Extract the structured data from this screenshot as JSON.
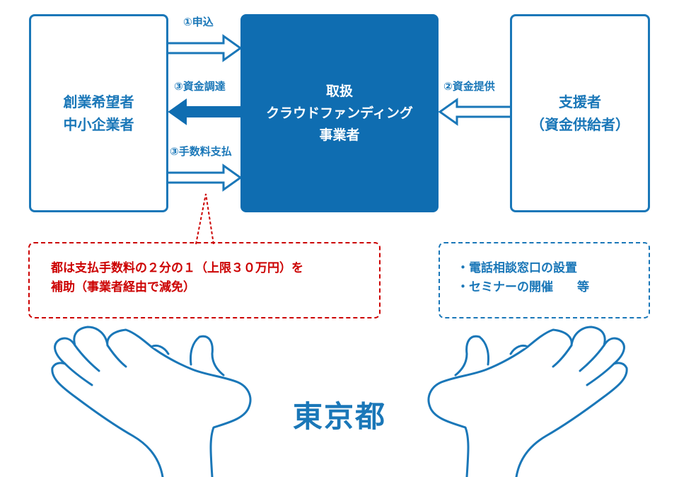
{
  "left_box": {
    "line1": "創業希望者",
    "line2": "中小企業者"
  },
  "center_box": {
    "line1": "取扱",
    "line2": "クラウドファンディング",
    "line3": "事業者"
  },
  "right_box": {
    "line1": "支援者",
    "line2": "（資金供給者）"
  },
  "arrows": {
    "application": "①申込",
    "funding_provided": "②資金提供",
    "fund_raising": "③資金調達",
    "fee_payment": "③手数料支払"
  },
  "subsidy_note": {
    "line1": "都は支払手数料の２分の１（上限３０万円）を",
    "line2": "補助（事業者経由で減免）"
  },
  "support_note": {
    "item1": "・電話相談窓口の設置",
    "item2": "・セミナーの開催　　等"
  },
  "tokyo_label": "東京都",
  "colors": {
    "primary_blue": "#1a77b8",
    "center_fill": "#0f6db1",
    "note_red": "#cc0000"
  },
  "icons": {
    "hands": "open-hands-icon"
  }
}
